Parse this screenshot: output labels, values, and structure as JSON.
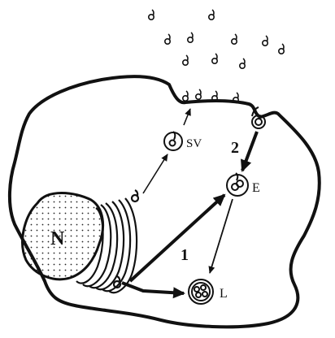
{
  "labels": {
    "nucleus": "N",
    "secretory_vesicle": "SV",
    "endosome": "E",
    "lysosome": "L",
    "pathway_1": "1",
    "pathway_2": "2"
  },
  "colors": {
    "ink": "#111111",
    "background": "#ffffff"
  }
}
